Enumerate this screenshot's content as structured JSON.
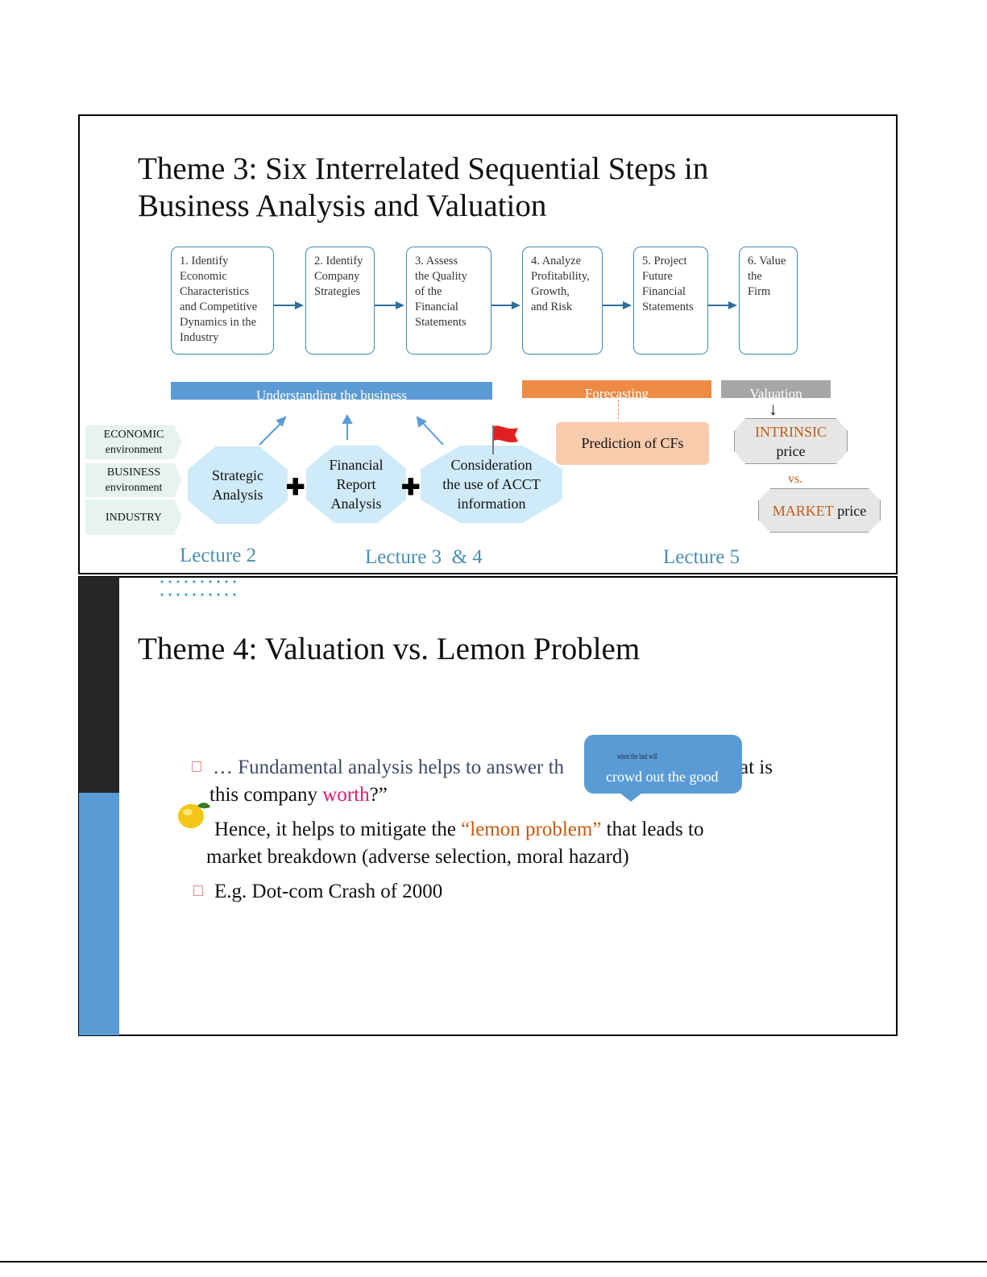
{
  "slide3": {
    "title_line1": "Theme 3: Six Interrelated Sequential Steps in",
    "title_line2": "Business Analysis and Valuation",
    "steps": [
      {
        "label": "1. Identify\nEconomic\nCharacteristics\nand Competitive\nDynamics in the\nIndustry"
      },
      {
        "label": "2. Identify\nCompany\nStrategies"
      },
      {
        "label": "3. Assess\nthe Quality\nof the\nFinancial\nStatements"
      },
      {
        "label": "4. Analyze\nProfitability,\nGrowth,\nand Risk"
      },
      {
        "label": "5. Project\nFuture\nFinancial\nStatements"
      },
      {
        "label": "6. Value\nthe\nFirm"
      }
    ],
    "bars": {
      "understanding": "Understanding the business",
      "forecasting": "Forecasting",
      "valuation": "Valuation"
    },
    "environments": [
      "ECONOMIC environment",
      "BUSINESS environment",
      "INDUSTRY"
    ],
    "analyses": {
      "strategic": "Strategic\nAnalysis",
      "financial": "Financial\nReport\nAnalysis",
      "consideration": "Consideration\nthe use of ACCT\ninformation"
    },
    "prediction": "Prediction of CFs",
    "intrinsic": {
      "word": "INTRINSIC",
      "price": "price"
    },
    "vs": "vs.",
    "market": {
      "word": "MARKET",
      "price": "price"
    },
    "lectures": [
      "Lecture 2",
      "Lecture 3  & 4",
      "Lecture 5"
    ],
    "colors": {
      "blue_bar": "#5b9bd5",
      "orange_bar": "#ed8b45",
      "grey_bar": "#a6a6a6",
      "accent_text": "#c55a11"
    }
  },
  "slide4": {
    "title": "Theme 4: Valuation vs. Lemon Problem",
    "bullet1_part1": "… Fundamental analysis helps to answer th",
    "bullet1_part2": "at is",
    "bullet1_line2_a": "this company ",
    "bullet1_worth": "worth",
    "bullet1_line2_b": "?”",
    "callout_small": "when the bad will",
    "callout_main": "crowd out the good",
    "bullet2_a": "Hence, it helps to mitigate the ",
    "bullet2_lemon": "“lemon problem”",
    "bullet2_b": " that leads to",
    "bullet2_line2": "market breakdown (adverse selection, moral hazard)",
    "bullet3": "E.g. Dot-com Crash of 2000",
    "colors": {
      "worth": "#e0196b",
      "lemon": "#c55a11",
      "callout": "#5b9bd5"
    }
  }
}
